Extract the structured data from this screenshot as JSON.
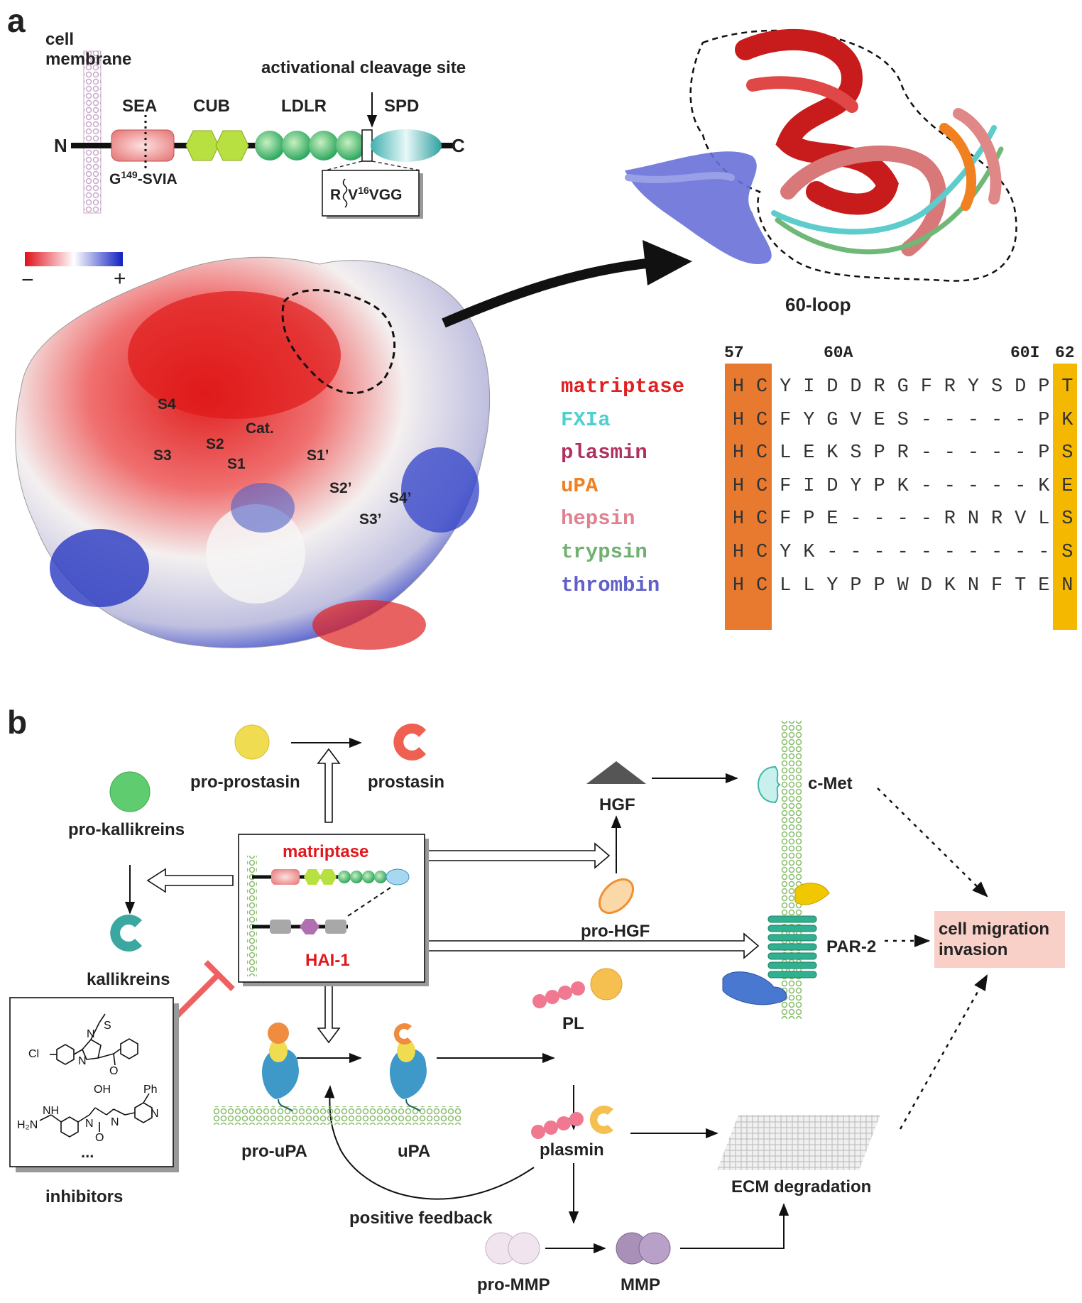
{
  "panel_a": {
    "label": "a",
    "domain_diagram": {
      "membrane_label": "cell\nmembrane",
      "n_terminus": "N",
      "c_terminus": "C",
      "domains": [
        "SEA",
        "CUB",
        "LDLR",
        "SPD"
      ],
      "cleavage_label": "activational cleavage site",
      "sea_site": "G149-SVIA",
      "sea_site_prefix": "G",
      "sea_site_sup": "149",
      "sea_site_suffix": "-SVIA",
      "cleavage_seq_left": "R",
      "cleavage_seq_v": "V",
      "cleavage_seq_sup": "16",
      "cleavage_seq_right": "VGG"
    },
    "charge_scale": {
      "minus": "−",
      "plus": "+"
    },
    "surface_labels": [
      "S4",
      "Cat.",
      "S3",
      "S2",
      "S1",
      "S1’",
      "S2’",
      "S4’",
      "S3’"
    ],
    "loop_label": "60-loop",
    "alignment": {
      "position_labels": [
        "57",
        "60A",
        "60I",
        "62"
      ],
      "rows": [
        {
          "name": "matriptase",
          "color": "#e02020",
          "seq": [
            "H",
            "C",
            "Y",
            "I",
            "D",
            "D",
            "R",
            "G",
            "F",
            "R",
            "Y",
            "S",
            "D",
            "P",
            "T"
          ]
        },
        {
          "name": "FXIa",
          "color": "#4fd0d0",
          "seq": [
            "H",
            "C",
            "F",
            "Y",
            "G",
            "V",
            "E",
            "S",
            "-",
            "-",
            "-",
            "-",
            "-",
            "P",
            "K"
          ]
        },
        {
          "name": "plasmin",
          "color": "#b03060",
          "seq": [
            "H",
            "C",
            "L",
            "E",
            "K",
            "S",
            "P",
            "R",
            "-",
            "-",
            "-",
            "-",
            "-",
            "P",
            "S"
          ]
        },
        {
          "name": "uPA",
          "color": "#f08020",
          "seq": [
            "H",
            "C",
            "F",
            "I",
            "D",
            "Y",
            "P",
            "K",
            "-",
            "-",
            "-",
            "-",
            "-",
            "K",
            "E"
          ]
        },
        {
          "name": "hepsin",
          "color": "#e08090",
          "seq": [
            "H",
            "C",
            "F",
            "P",
            "E",
            "-",
            "-",
            "-",
            "-",
            "R",
            "N",
            "R",
            "V",
            "L",
            "S"
          ]
        },
        {
          "name": "trypsin",
          "color": "#70b070",
          "seq": [
            "H",
            "C",
            "Y",
            "K",
            "-",
            "-",
            "-",
            "-",
            "-",
            "-",
            "-",
            "-",
            "-",
            "-",
            "S"
          ]
        },
        {
          "name": "thrombin",
          "color": "#6060c8",
          "seq": [
            "H",
            "C",
            "L",
            "L",
            "Y",
            "P",
            "P",
            "W",
            "D",
            "K",
            "N",
            "F",
            "T",
            "E",
            "N"
          ]
        }
      ],
      "highlight_left_color": "#e87a30",
      "highlight_right_color": "#f5b800"
    }
  },
  "panel_b": {
    "label": "b",
    "nodes": {
      "pro_prostasin": "pro-prostasin",
      "prostasin": "prostasin",
      "pro_kallikreins": "pro-kallikreins",
      "kallikreins": "kallikreins",
      "matriptase": "matriptase",
      "hai1": "HAI-1",
      "hgf": "HGF",
      "c_met": "c-Met",
      "pro_hgf": "pro-HGF",
      "par2": "PAR-2",
      "outcome_line1": "cell migration",
      "outcome_line2": "invasion",
      "pl": "PL",
      "pro_upa": "pro-uPA",
      "upa": "uPA",
      "plasmin": "plasmin",
      "ecm": "ECM degradation",
      "positive_feedback": "positive feedback",
      "pro_mmp": "pro-MMP",
      "mmp": "MMP",
      "inhibitors": "inhibitors",
      "inhibitor_more": "..."
    },
    "colors": {
      "matriptase_text": "#e0181c",
      "inhibit": "#f06060",
      "outcome_bg": "#f8d0c8",
      "membrane": "#8cc070"
    }
  }
}
